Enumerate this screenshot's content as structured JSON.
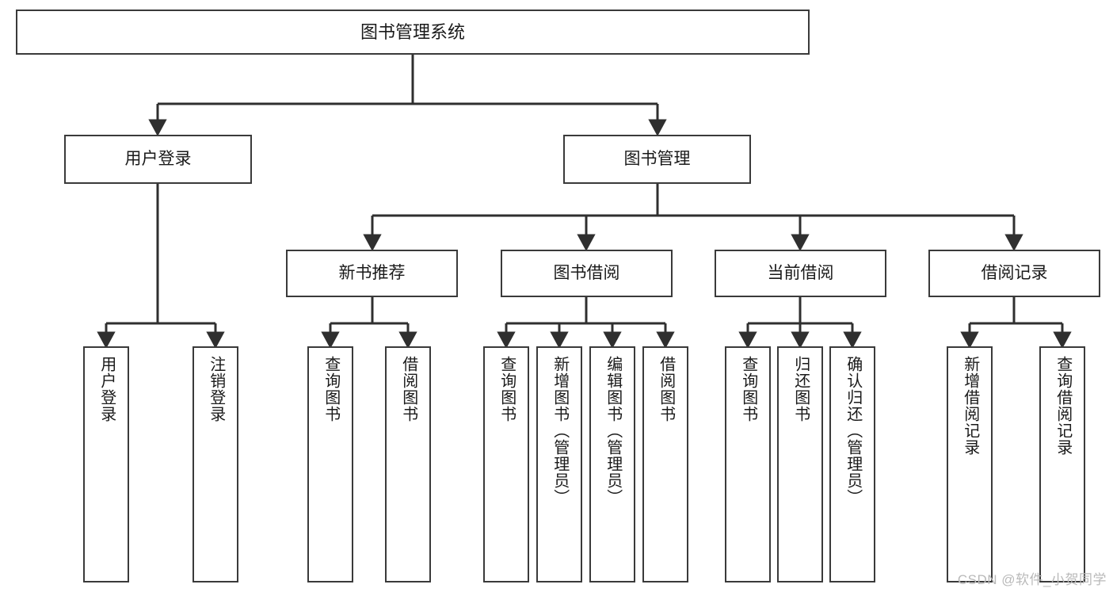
{
  "diagram": {
    "title": "图书管理系统",
    "type": "hierarchy-tree",
    "watermark": "CSDN @软件_小贺同学",
    "colors": {
      "box_border": "#3a3a3a",
      "box_fill": "#ffffff",
      "connector": "#2f2f2f",
      "text": "#1a1a1a",
      "watermark": "#b9b9b9"
    },
    "nodes": {
      "root": {
        "label": "图书管理系统"
      },
      "level2": [
        {
          "id": "user-login",
          "label": "用户登录"
        },
        {
          "id": "book-manage",
          "label": "图书管理"
        }
      ],
      "level3": [
        {
          "id": "new-book-recommend",
          "label": "新书推荐"
        },
        {
          "id": "book-borrow",
          "label": "图书借阅"
        },
        {
          "id": "current-borrow",
          "label": "当前借阅"
        },
        {
          "id": "borrow-record",
          "label": "借阅记录"
        }
      ],
      "leaves": {
        "user-login": [
          {
            "id": "leaf-user-login",
            "label": "用户登录"
          },
          {
            "id": "leaf-logout-login",
            "label": "注销登录"
          }
        ],
        "new-book-recommend": [
          {
            "id": "leaf-query-book-1",
            "label": "查询图书"
          },
          {
            "id": "leaf-borrow-book-1",
            "label": "借阅图书"
          }
        ],
        "book-borrow": [
          {
            "id": "leaf-query-book-2",
            "label": "查询图书"
          },
          {
            "id": "leaf-add-book",
            "label": "新增图书（管理员）"
          },
          {
            "id": "leaf-edit-book",
            "label": "编辑图书（管理员）"
          },
          {
            "id": "leaf-borrow-book-2",
            "label": "借阅图书"
          }
        ],
        "current-borrow": [
          {
            "id": "leaf-query-book-3",
            "label": "查询图书"
          },
          {
            "id": "leaf-return-book",
            "label": "归还图书"
          },
          {
            "id": "leaf-confirm-return",
            "label": "确认归还（管理员）"
          }
        ],
        "borrow-record": [
          {
            "id": "leaf-add-record",
            "label": "新增借阅记录"
          },
          {
            "id": "leaf-query-record",
            "label": "查询借阅记录"
          }
        ]
      }
    }
  }
}
